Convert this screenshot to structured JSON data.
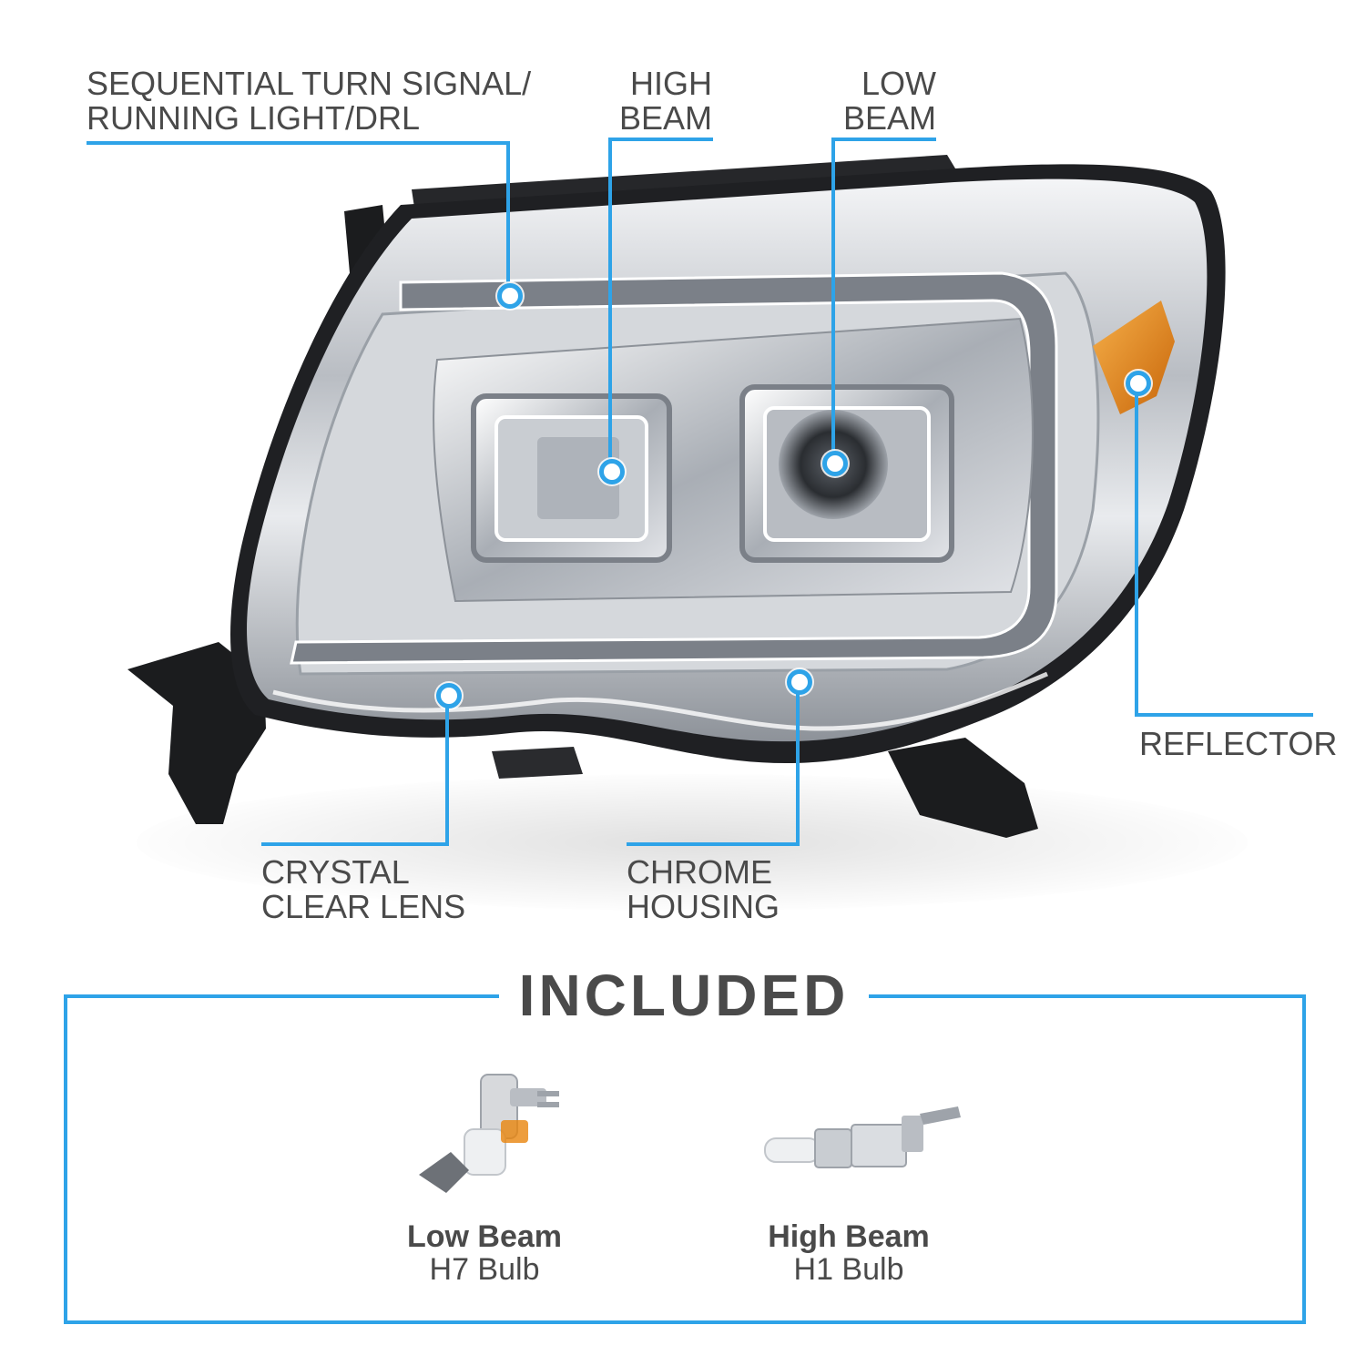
{
  "callouts": {
    "turn_signal": [
      "SEQUENTIAL TURN SIGNAL/",
      "RUNNING LIGHT/DRL"
    ],
    "high_beam": [
      "HIGH",
      "BEAM"
    ],
    "low_beam": [
      "LOW",
      "BEAM"
    ],
    "reflector": [
      "REFLECTOR"
    ],
    "lens": [
      "CRYSTAL",
      "CLEAR LENS"
    ],
    "housing": [
      "CHROME",
      "HOUSING"
    ]
  },
  "included": {
    "title": "INCLUDED",
    "bulbs": [
      {
        "name": "Low Beam",
        "type": "H7 Bulb"
      },
      {
        "name": "High Beam",
        "type": "H1 Bulb"
      }
    ]
  },
  "colors": {
    "accent": "#2ea3e8",
    "text": "#4a4a4a",
    "amber": "#e8850c"
  }
}
